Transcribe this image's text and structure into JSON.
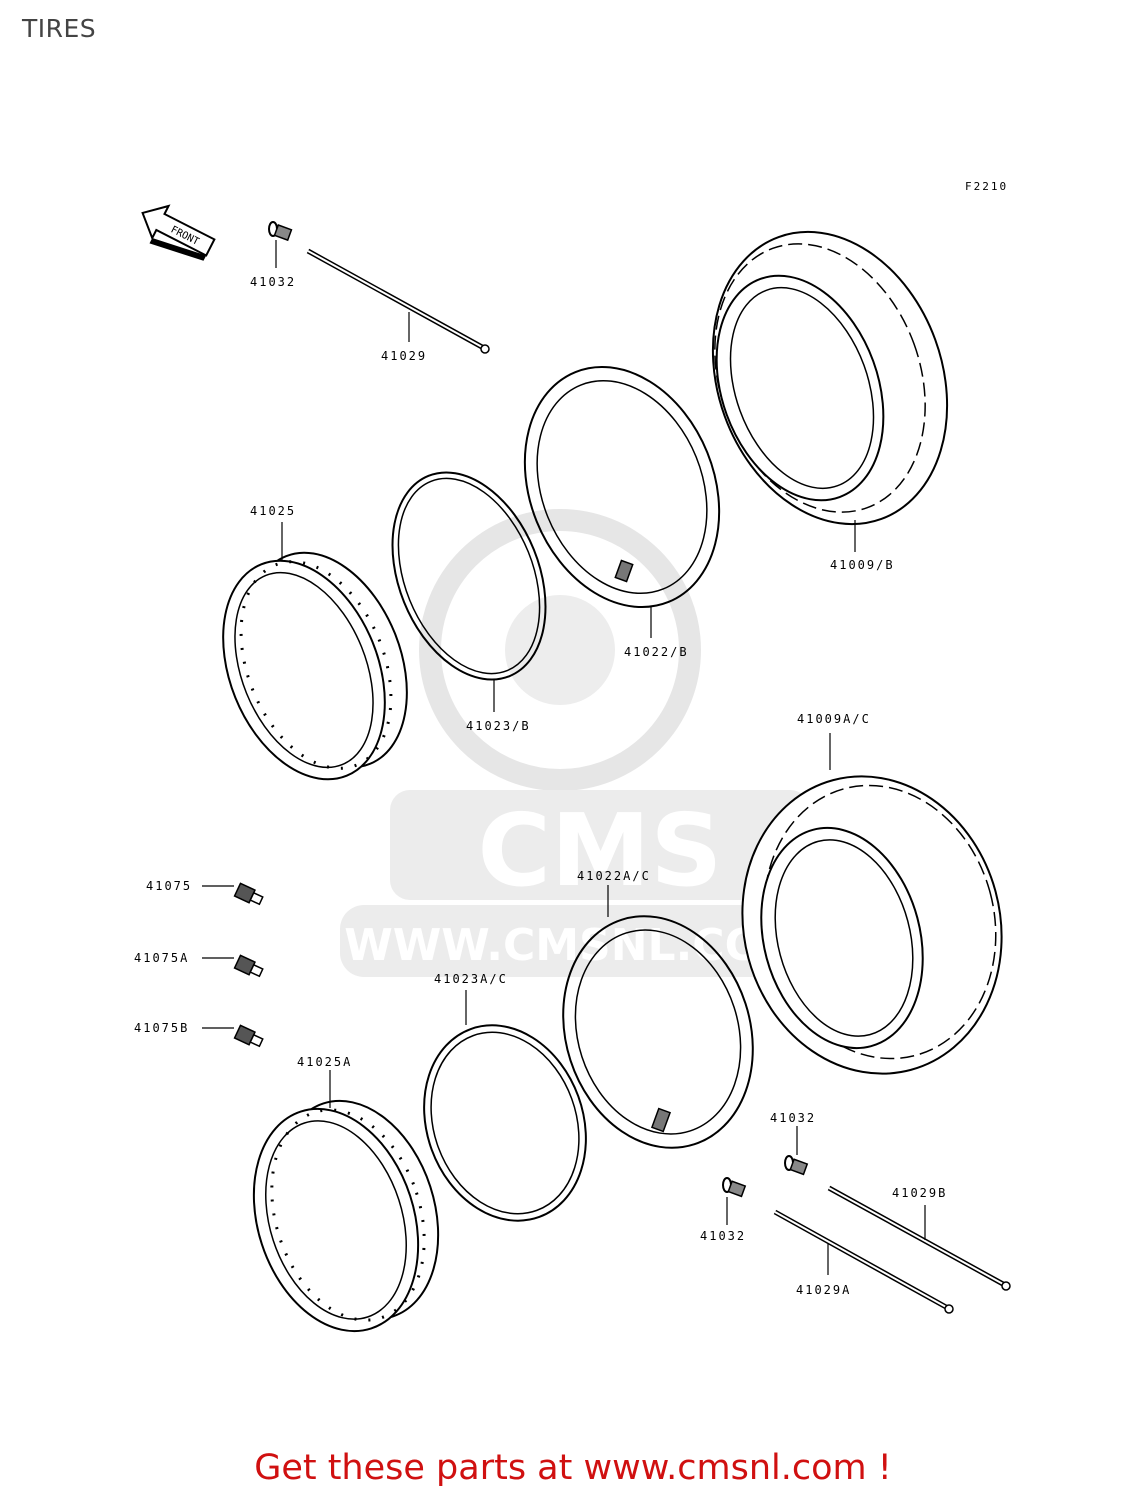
{
  "page_title": "TIRES",
  "figure_ref": "F2210",
  "front_marker": "FRONT",
  "watermark": {
    "brand": "CMS",
    "url": "WWW.CMSNL.COM",
    "color": "#e6e6e6"
  },
  "footer_text": "Get these parts at www.cmsnl.com !",
  "colors": {
    "footer": "#d01010",
    "line": "#000000"
  },
  "labels": {
    "p41032_top": "41032",
    "p41029": "41029",
    "p41025": "41025",
    "p41023b": "41023/B",
    "p41022b": "41022/B",
    "p41009b": "41009/B",
    "p41009ac": "41009A/C",
    "p41075": "41075",
    "p41075a": "41075A",
    "p41075b": "41075B",
    "p41022ac": "41022A/C",
    "p41023ac": "41023A/C",
    "p41025a": "41025A",
    "p41032_right": "41032",
    "p41032_mid": "41032",
    "p41029b": "41029B",
    "p41029a": "41029A"
  }
}
